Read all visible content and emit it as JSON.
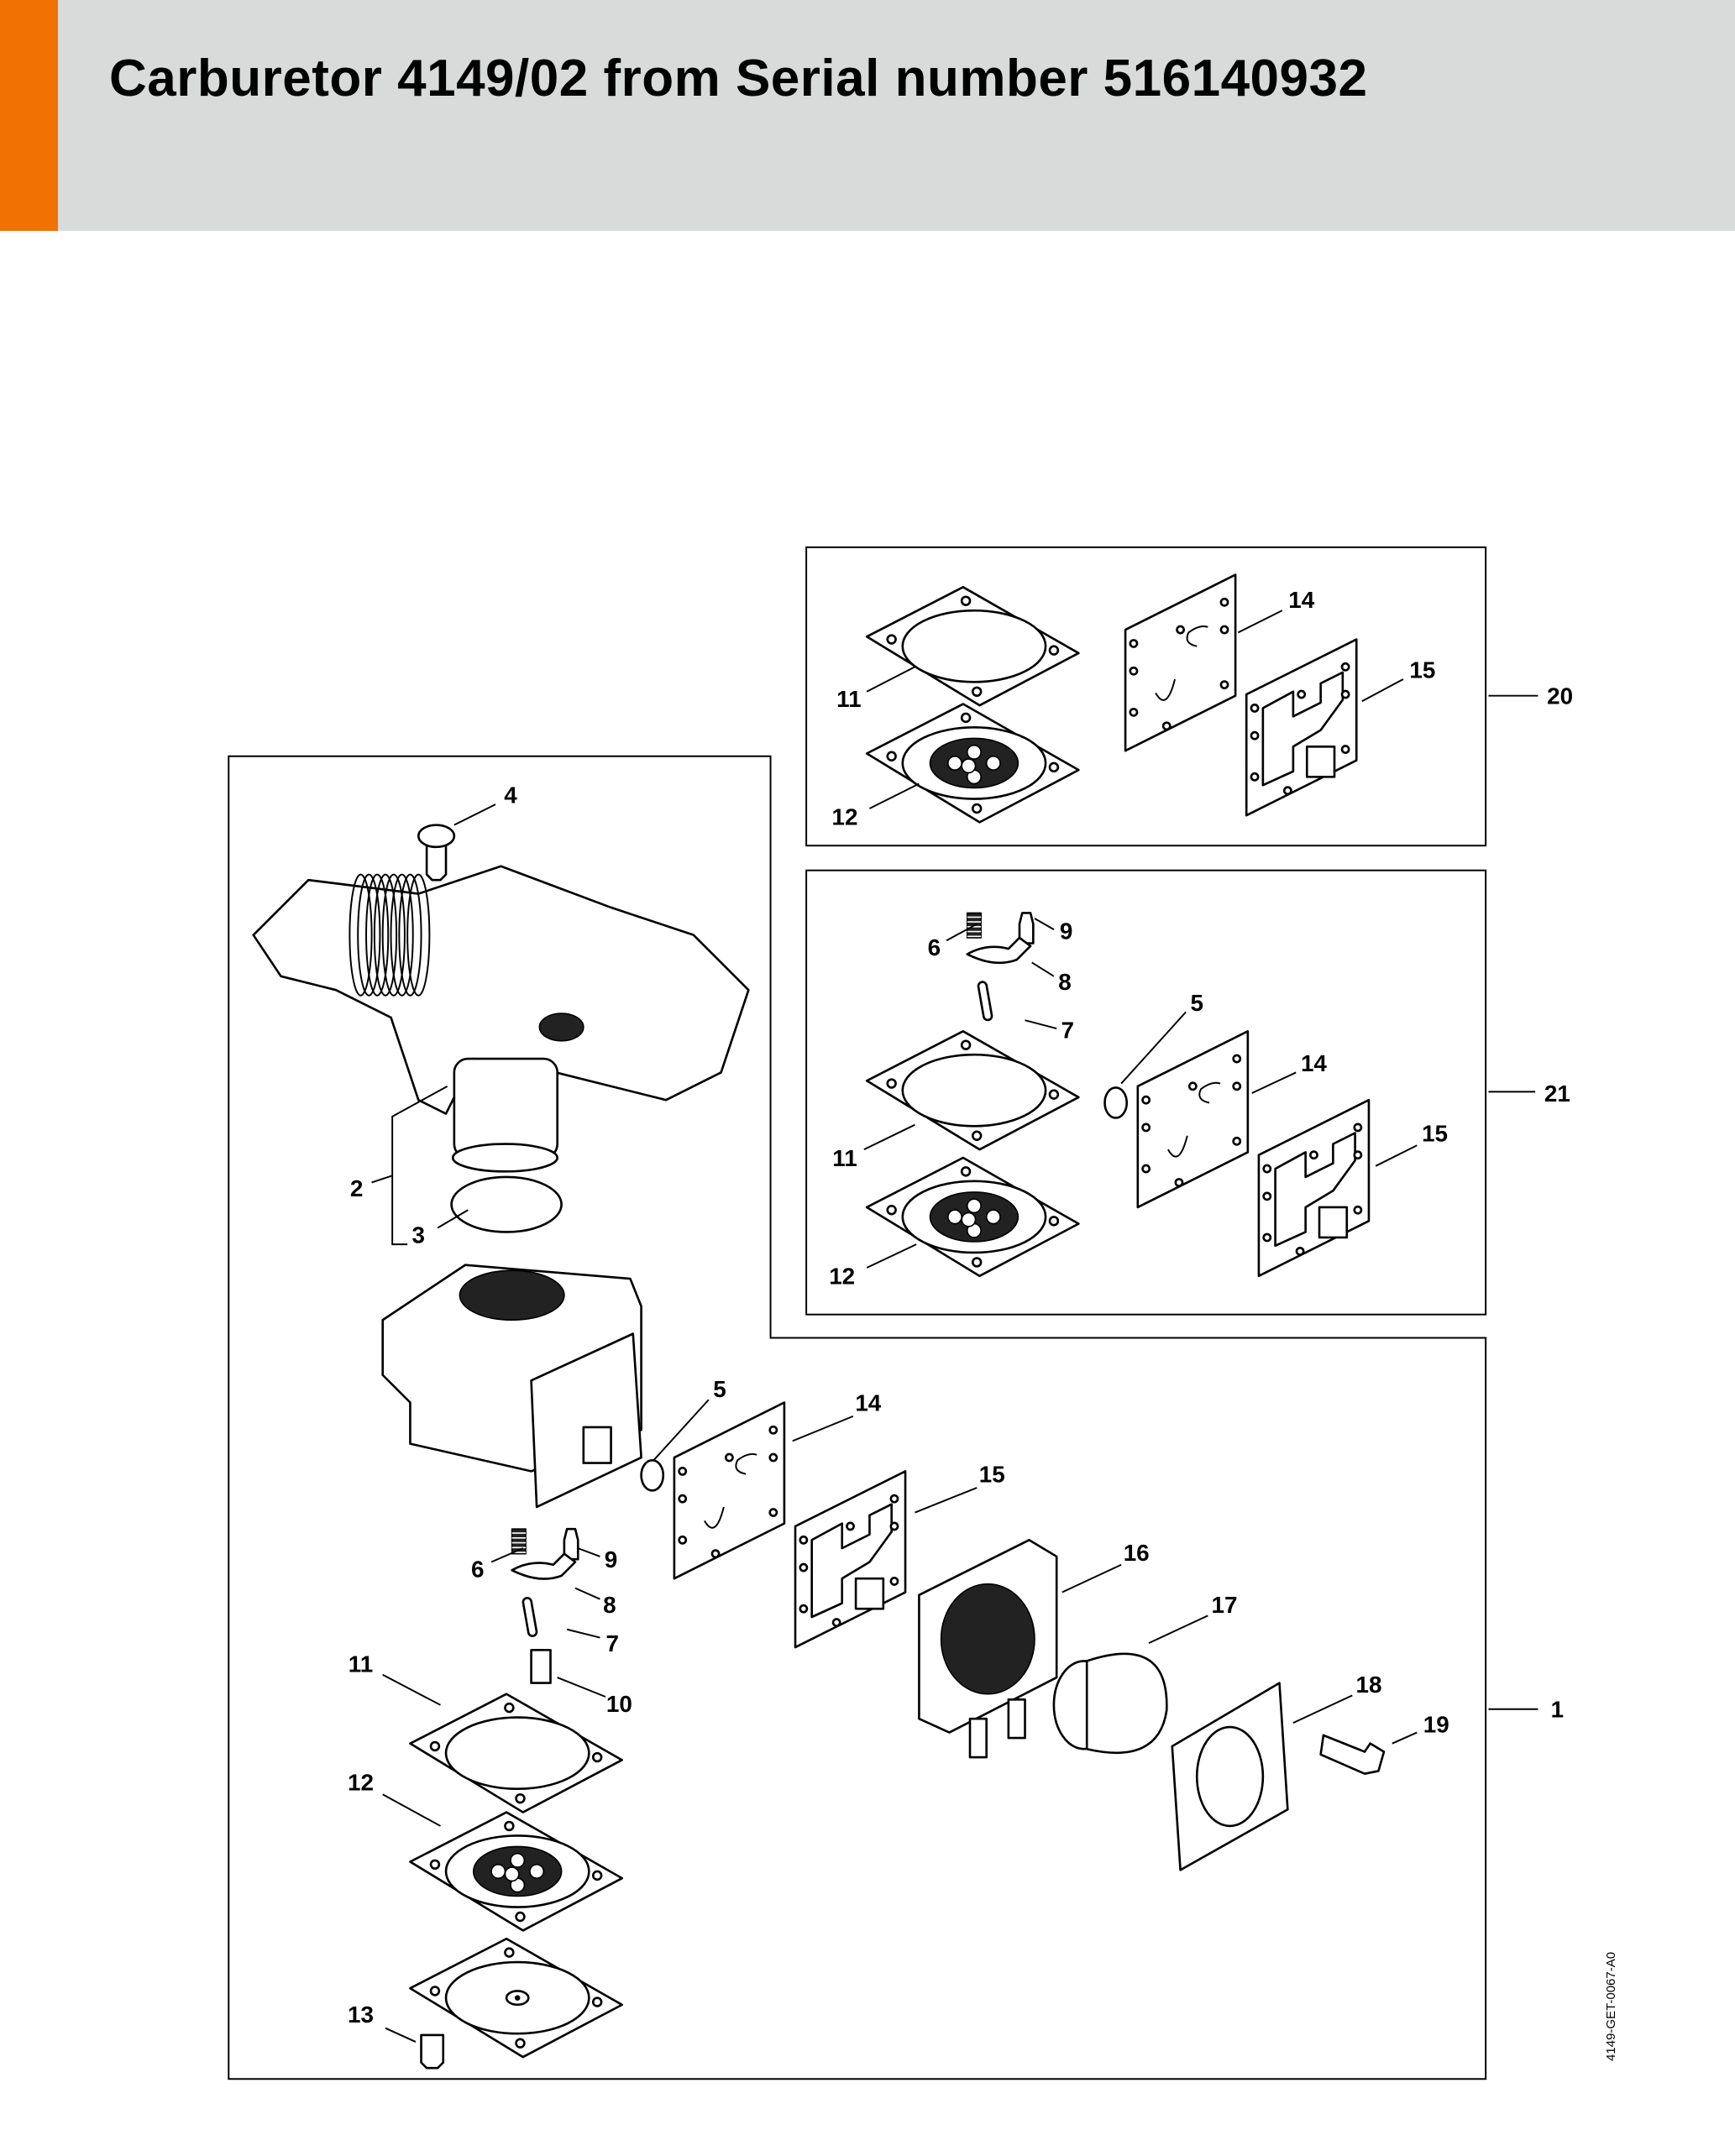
{
  "header": {
    "title": "Carburetor 4149/02 from Serial number 516140932",
    "accent_color": "#ef7203",
    "background_color": "#d9dbda"
  },
  "drawing_code": "4149-GET-0067-A0",
  "callouts": {
    "kit_20": [
      "14",
      "15",
      "20",
      "11",
      "12"
    ],
    "kit_21": [
      "6",
      "9",
      "8",
      "7",
      "5",
      "14",
      "15",
      "21",
      "11",
      "12"
    ],
    "assembly_1": [
      "4",
      "2",
      "3",
      "5",
      "14",
      "15",
      "16",
      "17",
      "18",
      "19",
      "1",
      "6",
      "9",
      "8",
      "7",
      "10",
      "11",
      "12",
      "13"
    ]
  }
}
